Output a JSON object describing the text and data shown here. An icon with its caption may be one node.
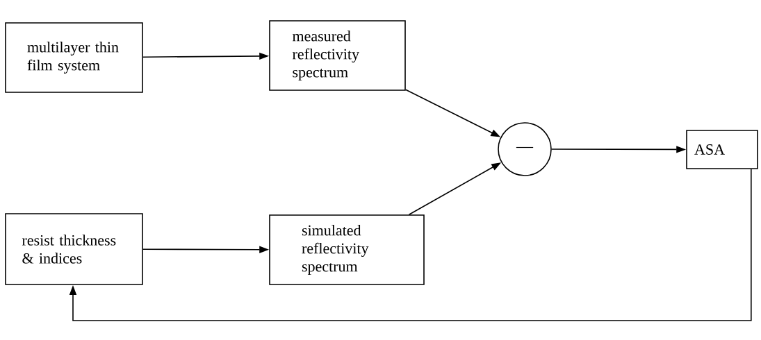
{
  "diagram": {
    "nodes": [
      {
        "text": [
          "multilayer thin film system"
        ]
      },
      {
        "text": [
          "measured reflectivity spectrum"
        ]
      },
      {
        "text": [
          "—"
        ]
      },
      {
        "text": [
          "ASA"
        ]
      },
      {
        "text": [
          "resist thickness & indices"
        ]
      },
      {
        "text": [
          "simulated reflectivity spectrum"
        ]
      }
    ],
    "edges": [
      {
        "from": 0,
        "to": 1,
        "arrow": "to"
      },
      {
        "from": 1,
        "to": 2,
        "arrow": "to"
      },
      {
        "from": 5,
        "to": 2,
        "arrow": "to"
      },
      {
        "from": 2,
        "to": 3,
        "arrow": "to"
      },
      {
        "from": 4,
        "to": 5,
        "arrow": "to"
      },
      {
        "from": 3,
        "to": 4,
        "arrow": "to"
      }
    ]
  }
}
